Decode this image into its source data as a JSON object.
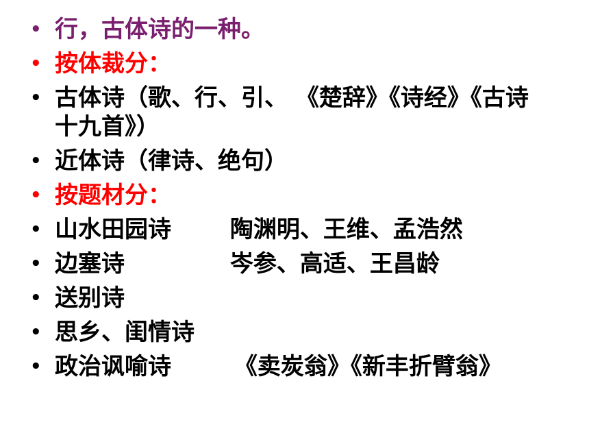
{
  "colors": {
    "purple": "#7a1f6e",
    "red": "#ff0000",
    "black": "#000000"
  },
  "items": [
    {
      "text": "行，古体诗的一种。",
      "color": "#7a1f6e"
    },
    {
      "text": "按体裁分：",
      "color": "#ff0000"
    },
    {
      "text": "古体诗（歌、行、引、 《楚辞》《诗经》《古诗十九首》）",
      "color": "#000000"
    },
    {
      "text": "近体诗（律诗、绝句）",
      "color": "#000000"
    },
    {
      "text": "按题材分：",
      "color": "#ff0000"
    },
    {
      "text": "山水田园诗",
      "extra": "陶渊明、王维、孟浩然",
      "color": "#000000"
    },
    {
      "text": "边塞诗",
      "extra": "岑参、高适、王昌龄",
      "color": "#000000"
    },
    {
      "text": "送别诗",
      "color": "#000000"
    },
    {
      "text": "思乡、闺情诗",
      "color": "#000000"
    },
    {
      "text": "政治讽喻诗",
      "extra": "《卖炭翁》《新丰折臂翁》",
      "color": "#000000"
    }
  ],
  "bullet_glyph": "•"
}
